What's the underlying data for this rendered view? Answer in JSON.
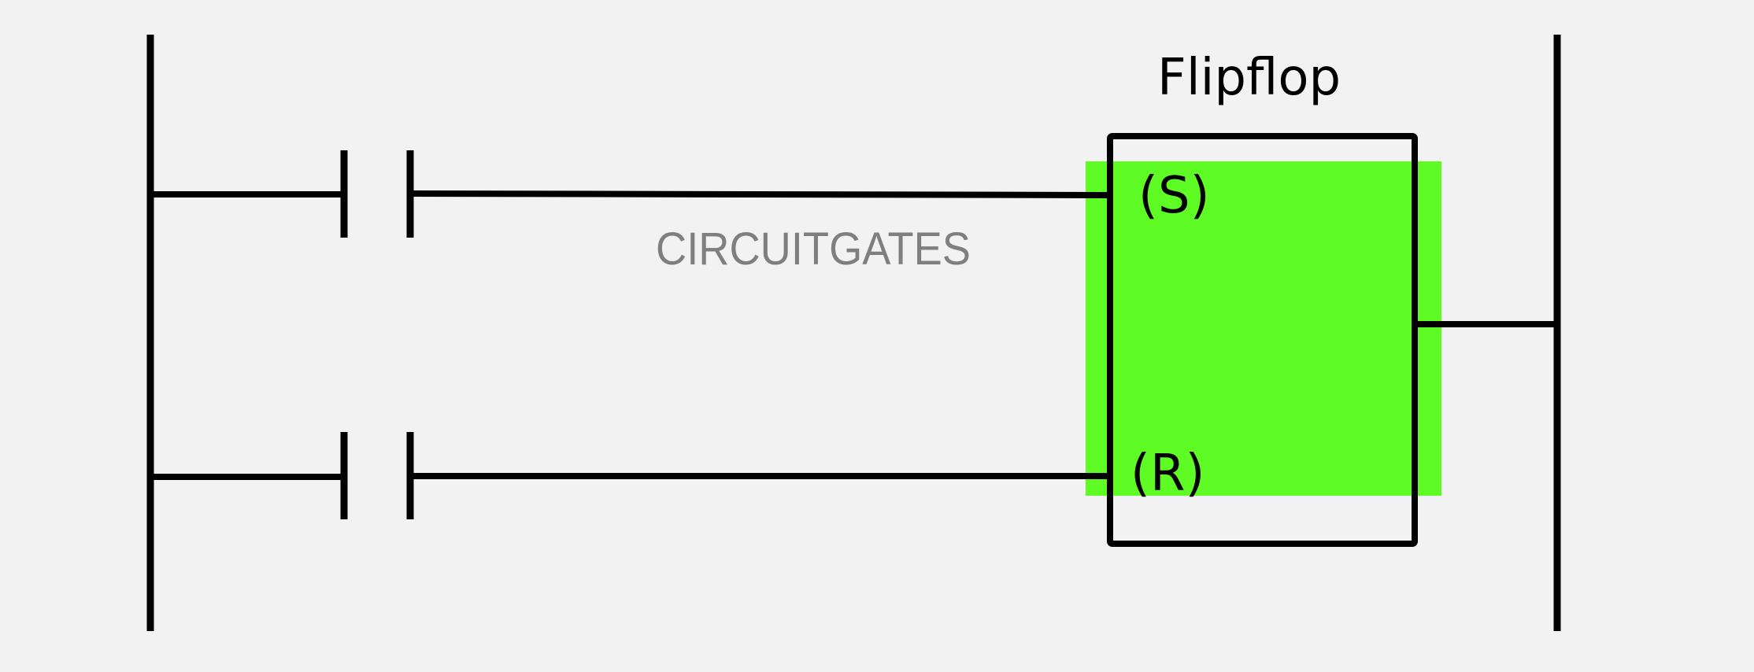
{
  "diagram": {
    "block_title": "Flipflop",
    "set_pin_label": "(S)",
    "reset_pin_label": "(R)",
    "watermark": "CIRCUITGATES"
  },
  "colors": {
    "background": "#f2f2f2",
    "highlight": "#5efc24",
    "lines": "#000000",
    "watermark": "#7f7f7f"
  }
}
